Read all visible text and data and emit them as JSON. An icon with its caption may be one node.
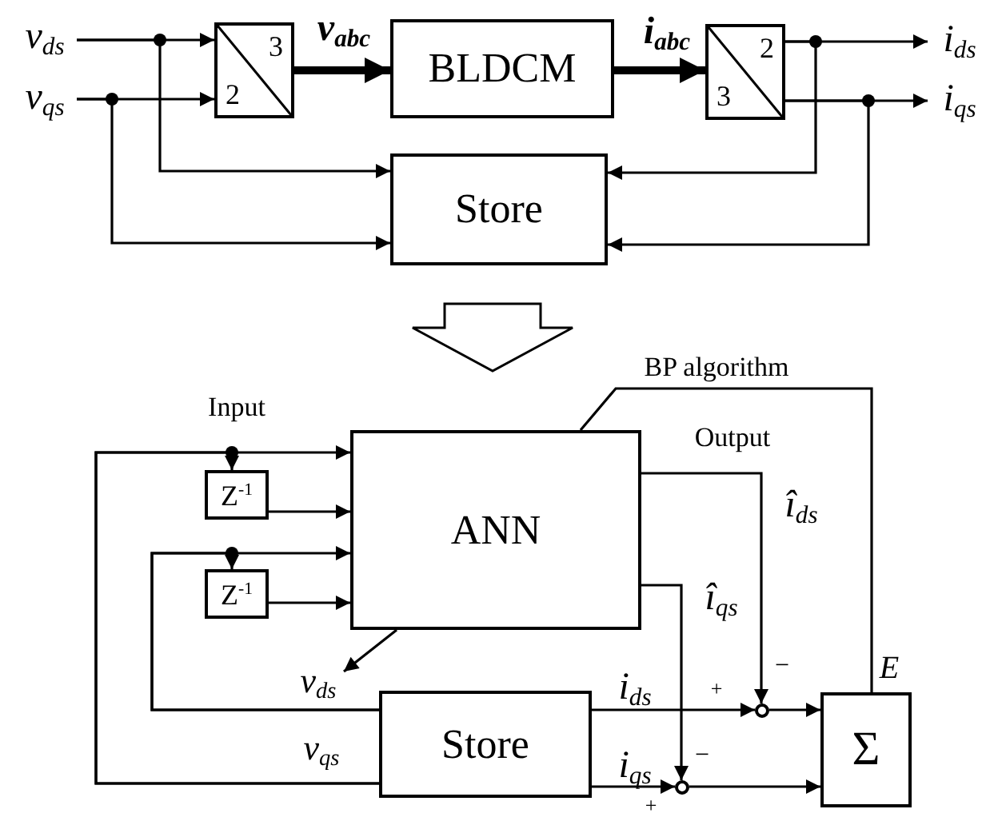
{
  "diagram": {
    "nodes": [
      {
        "text": [
          "v$_{ds}$"
        ]
      },
      {
        "text": [
          "v$_{qs}$"
        ]
      },
      {
        "text": [
          "3",
          "2"
        ]
      },
      {
        "text": [
          "BLDCM"
        ]
      },
      {
        "text": [
          "2",
          "3"
        ]
      },
      {
        "text": [
          "i$_{ds}$"
        ]
      },
      {
        "text": [
          "i$_{qs}$"
        ]
      },
      {
        "text": [
          "Store"
        ]
      },
      {
        "text": [
          "ANN"
        ]
      },
      {
        "text": [
          "Z$^{-1}$"
        ]
      },
      {
        "text": [
          "Z$^{-1}$"
        ]
      },
      {
        "text": [
          "v$_{ds}$"
        ]
      },
      {
        "text": [
          "Store"
        ]
      },
      {
        "text": [],
        "shape": "circle"
      },
      {
        "text": [],
        "shape": "circle"
      },
      {
        "text": [
          "Σ"
        ]
      }
    ],
    "edges": [
      {
        "from": 0,
        "to": 2,
        "arrow": "to"
      },
      {
        "from": 1,
        "to": 2,
        "arrow": "to"
      },
      {
        "from": 2,
        "to": 3,
        "arrow": "to",
        "label": "v$_{abc}$",
        "style": "thick"
      },
      {
        "from": 3,
        "to": 4,
        "arrow": "to",
        "label": "i$_{abc}$",
        "style": "thick"
      },
      {
        "from": 4,
        "to": 5,
        "arrow": "to"
      },
      {
        "from": 4,
        "to": 6,
        "arrow": "to"
      },
      {
        "from": 0,
        "to": 7,
        "arrow": "to"
      },
      {
        "from": 1,
        "to": 7,
        "arrow": "to"
      },
      {
        "from": 4,
        "to": 7,
        "arrow": "to"
      },
      {
        "from": 4,
        "to": 7,
        "arrow": "to"
      },
      {
        "from": 12,
        "to": 8,
        "arrow": "to",
        "label": "v$_{qs}$"
      },
      {
        "from": 12,
        "to": 9,
        "arrow": "to"
      },
      {
        "from": 9,
        "to": 8,
        "arrow": "to"
      },
      {
        "from": 12,
        "to": 8,
        "arrow": "to"
      },
      {
        "from": 12,
        "to": 10,
        "arrow": "to"
      },
      {
        "from": 10,
        "to": 8,
        "arrow": "to"
      },
      {
        "from": 8,
        "to": 11,
        "arrow": "to"
      },
      {
        "from": 8,
        "to": 13,
        "arrow": "to",
        "label": "î$_{ds}$"
      },
      {
        "from": 8,
        "to": 14,
        "arrow": "to",
        "label": "î$_{qs}$"
      },
      {
        "from": 12,
        "to": 13,
        "arrow": "to",
        "label": "i$_{ds}$"
      },
      {
        "from": 12,
        "to": 14,
        "arrow": "to",
        "label": "i$_{qs}$"
      },
      {
        "from": 13,
        "to": 15,
        "arrow": "to"
      },
      {
        "from": 14,
        "to": 15,
        "arrow": "to"
      },
      {
        "from": 15,
        "to": 8,
        "arrow": "none",
        "label": "BP algorithm"
      }
    ],
    "labels": [
      "Input",
      "Output",
      "−",
      "E",
      "+",
      "−",
      "+"
    ]
  }
}
